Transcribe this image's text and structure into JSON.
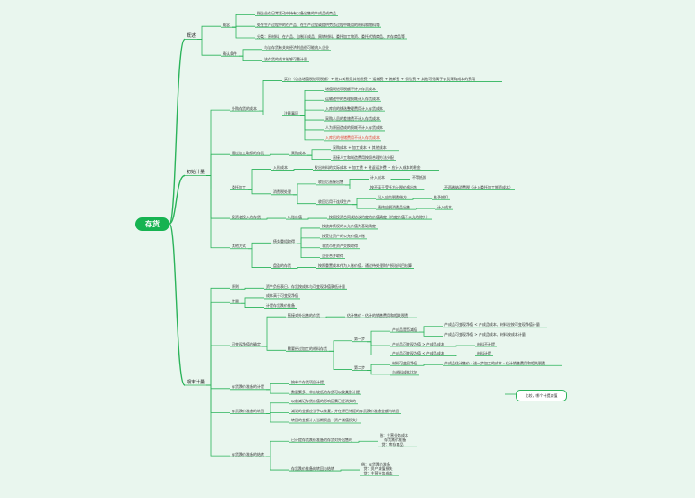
{
  "root": {
    "label": "存货"
  },
  "branches": [
    {
      "label": "概述",
      "children": [
        {
          "label": "概念",
          "children": [
            {
              "label": "指企业在日常活动中持有以备出售的产成品或商品"
            },
            {
              "label": "处在生产过程中的在产品、在生产过程或提供劳务过程中耗用的材料和物料等"
            },
            {
              "label": "分类：原材料、在产品、自制半成品、周转材料、委托加工物资、委托代销商品、库存商品等"
            }
          ]
        },
        {
          "label": "确认条件",
          "children": [
            {
              "label": "与该存货有关的经济利益很可能流入企业"
            },
            {
              "label": "该存货的成本能够可靠计量"
            }
          ]
        }
      ]
    },
    {
      "label": "初始计量",
      "children": [
        {
          "label": "外购存货的成本",
          "children": [
            {
              "label": "买价（包含增值税进项税额）+ 进口关税及其他税费 + 运输费 + 装卸费 + 保险费 + 其他可归属于存货采购成本的费用"
            },
            {
              "label": "注意事项",
              "children": [
                {
                  "label": "增值税进项税额不计入存货成本"
                },
                {
                  "label": "运输途中的合理损耗计入存货成本"
                },
                {
                  "label": "入库前的挑选整理费用计入存货成本"
                },
                {
                  "label": "采购人员的差旅费不计入存货成本"
                },
                {
                  "label": "人为原因造成的损耗不计入存货成本"
                },
                {
                  "label": "入库后的仓储费用不计入存货成本",
                  "red": true
                }
              ]
            }
          ]
        },
        {
          "label": "通过加工取得的存货",
          "children": [
            {
              "label": "采购成本",
              "children": [
                {
                  "label": "采购成本 + 加工成本 + 其他成本"
                },
                {
                  "label": "直接人工和制造费用按照合理方法分配"
                }
              ]
            }
          ]
        },
        {
          "label": "委托加工",
          "children": [
            {
              "label": "入账成本",
              "children": [
                {
                  "label": "发出材料的实际成本 + 加工费 + 往返运杂费 + 应计入成本的税金"
                }
              ]
            },
            {
              "label": "消费税处理",
              "children": [
                {
                  "label": "收回后直接出售",
                  "children": [
                    {
                      "label": "计入成本",
                      "children": [
                        {
                          "label": "不得抵扣"
                        }
                      ]
                    },
                    {
                      "label": "按不高于受托方计税价格出售",
                      "children": [
                        {
                          "label": "不再缴纳消费税（计入委托加工物资成本）"
                        }
                      ]
                    }
                  ]
                },
                {
                  "label": "收回后用于连续生产",
                  "children": [
                    {
                      "label": "记入应交税费借方",
                      "children": [
                        {
                          "label": "准予抵扣"
                        }
                      ]
                    },
                    {
                      "label": "最终应税消费品出售",
                      "children": [
                        {
                          "label": "计入成本"
                        }
                      ]
                    }
                  ]
                }
              ]
            }
          ]
        },
        {
          "label": "投资者投入的存货",
          "children": [
            {
              "label": "入账价值",
              "children": [
                {
                  "label": "按照投资合同或协议约定的价值确定（约定价值不公允的除外）"
                }
              ]
            }
          ]
        },
        {
          "label": "其他方式",
          "children": [
            {
              "label": "债务重组取得",
              "children": [
                {
                  "label": "按放弃债权的公允价值为基础确定"
                },
                {
                  "label": "按受让资产的公允价值入账"
                },
                {
                  "label": "非货币性资产交换取得"
                },
                {
                  "label": "企业合并取得"
                }
              ]
            },
            {
              "label": "盘盈的存货",
              "children": [
                {
                  "label": "按照重置成本作为入账价值，通过待处理财产损溢科目核算"
                }
              ]
            }
          ]
        }
      ]
    },
    {
      "label": "期末计量",
      "children": [
        {
          "label": "原则",
          "children": [
            {
              "label": "资产负债表日，存货按成本与可变现净值孰低计量"
            }
          ]
        },
        {
          "label": "计量",
          "children": [
            {
              "label": "成本高于可变现净值"
            },
            {
              "label": "计提存货跌价准备"
            }
          ]
        },
        {
          "label": "可变现净值的确定",
          "children": [
            {
              "label": "直接对外出售的存货",
              "children": [
                {
                  "label": "估计售价 - 估计的销售费用和相关税费"
                }
              ]
            },
            {
              "label": "需要经过加工的材料存货",
              "children": [
                {
                  "label": "第一步",
                  "children": [
                    {
                      "label": "产成品是否减值",
                      "children": [
                        {
                          "label": "产成品可变现净值 < 产成品成本，材料应按可变现净值计量"
                        },
                        {
                          "label": "产成品可变现净值 > 产成品成本，材料按成本计量"
                        }
                      ]
                    },
                    {
                      "label": "产成品可变现净值 > 产成品成本",
                      "children": [
                        {
                          "label": "材料不计提"
                        }
                      ]
                    },
                    {
                      "label": "产成品可变现净值 < 产成品成本",
                      "children": [
                        {
                          "label": "材料计提"
                        }
                      ]
                    }
                  ]
                },
                {
                  "label": "第二步",
                  "children": [
                    {
                      "label": "材料可变现净值",
                      "children": [
                        {
                          "label": "产成品估计售价 - 进一步加工的成本 - 估计销售费用和相关税费"
                        }
                      ]
                    },
                    {
                      "label": "与材料成本比较"
                    }
                  ]
                }
              ]
            }
          ]
        },
        {
          "label": "存货跌价准备的计提",
          "children": [
            {
              "label": "按单个存货项目计提"
            },
            {
              "label": "数量繁多、单价较低的存货可以按类别计提"
            }
          ]
        },
        {
          "label": "存货跌价准备的转回",
          "children": [
            {
              "label": "以前减记存货价值的影响因素已经消失的"
            },
            {
              "label": "减记的金额应当予以恢复，并在原已计提的存货跌价准备金额内转回"
            },
            {
              "label": "转回的金额计入当期损益（资产减值损失）"
            }
          ]
        },
        {
          "label": "存货跌价准备的结转",
          "children": [
            {
              "label": "已计提存货跌价准备的存货对外出售时",
              "children": [
                {
                  "label": "借：主营业务成本\n    存货跌价准备\n  贷：库存商品"
                }
              ]
            },
            {
              "label": "存货跌价准备的转回与结转",
              "children": [
                {
                  "label": "借：存货跌价准备\n  贷：资产减值损失\n  贷：主营业务成本"
                }
              ]
            }
          ]
        }
      ]
    }
  ],
  "callout": {
    "label": "比较，哪个计提减值"
  }
}
